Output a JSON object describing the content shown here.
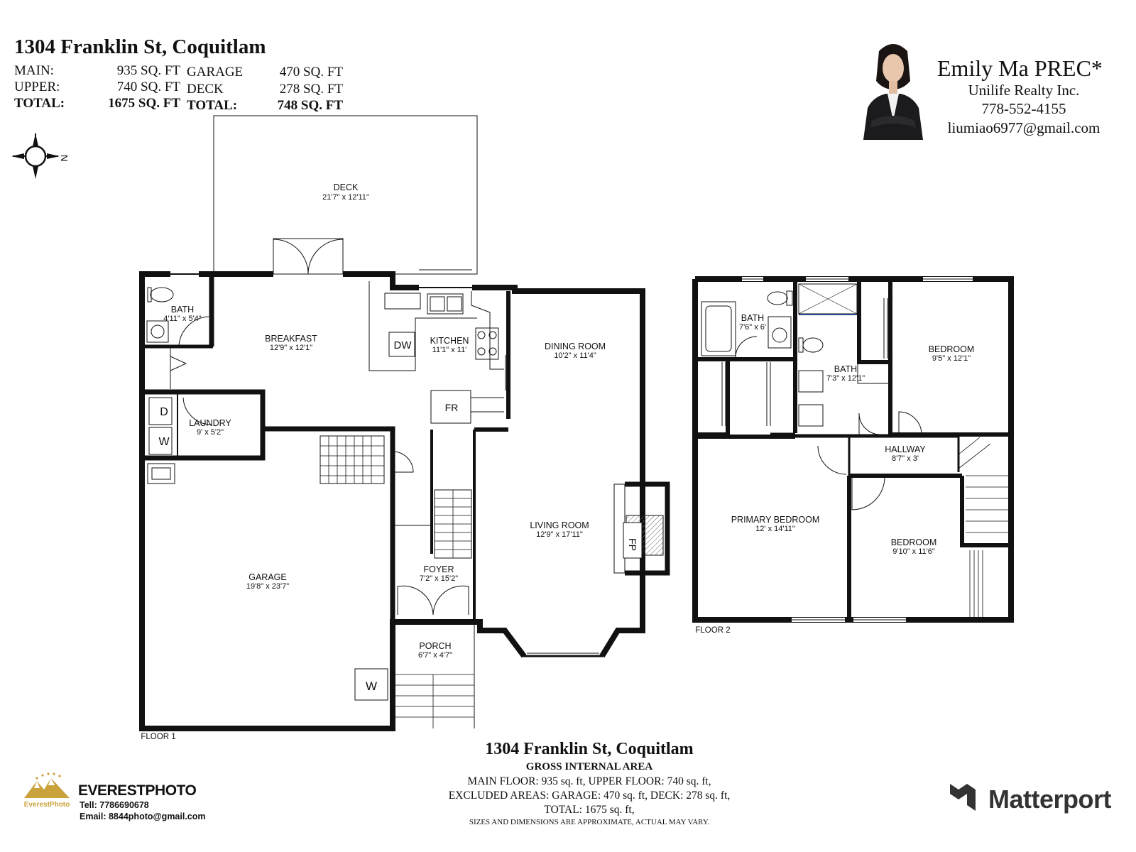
{
  "header": {
    "title": "1304 Franklin St, Coquitlam",
    "areas_left": [
      {
        "label": "MAIN:",
        "value": "935 SQ. FT"
      },
      {
        "label": "UPPER:",
        "value": "740 SQ. FT"
      },
      {
        "label": "TOTAL:",
        "value": "1675 SQ. FT"
      }
    ],
    "areas_right": [
      {
        "label": "GARAGE",
        "value": "470 SQ. FT"
      },
      {
        "label": "DECK",
        "value": "278 SQ. FT"
      },
      {
        "label": "TOTAL:",
        "value": "748 SQ. FT"
      }
    ]
  },
  "agent": {
    "name": "Emily Ma PREC*",
    "company": "Unilife Realty Inc.",
    "phone": "778-552-4155",
    "email": "liumiao6977@gmail.com"
  },
  "compass": {
    "label": "N"
  },
  "floor1": {
    "label": "FLOOR 1",
    "rooms": [
      {
        "name": "DECK",
        "dim": "21'7\" x 12'11\""
      },
      {
        "name": "BATH",
        "dim": "4'11\" x 5'4\""
      },
      {
        "name": "BREAKFAST",
        "dim": "12'9\" x 12'1\""
      },
      {
        "name": "KITCHEN",
        "dim": "11'1\" x 11'"
      },
      {
        "name": "DINING ROOM",
        "dim": "10'2\" x 11'4\""
      },
      {
        "name": "LAUNDRY",
        "dim": "9' x 5'2\""
      },
      {
        "name": "LIVING ROOM",
        "dim": "12'9\" x 17'11\""
      },
      {
        "name": "GARAGE",
        "dim": "19'8\" x 23'7\""
      },
      {
        "name": "FOYER",
        "dim": "7'2\" x 15'2\""
      },
      {
        "name": "PORCH",
        "dim": "6'7\" x 4'7\""
      }
    ],
    "fixtures": {
      "dw": "DW",
      "fr": "FR",
      "fp": "FP",
      "dryer": "D",
      "washer": "W",
      "garage_washer": "W"
    }
  },
  "floor2": {
    "label": "FLOOR 2",
    "rooms": [
      {
        "name": "BATH",
        "dim": "7'6\" x 6'"
      },
      {
        "name": "BEDROOM",
        "dim": "9'5\" x 12'1\""
      },
      {
        "name": "BATH",
        "dim": "7'3\" x 12'1\""
      },
      {
        "name": "HALLWAY",
        "dim": "8'7\" x 3'"
      },
      {
        "name": "PRIMARY BEDROOM",
        "dim": "12' x 14'11\""
      },
      {
        "name": "BEDROOM",
        "dim": "9'10\" x 11'6\""
      }
    ]
  },
  "footer": {
    "title": "1304 Franklin St, Coquitlam",
    "subtitle": "GROSS INTERNAL AREA",
    "line1": "MAIN FLOOR: 935 sq. ft, UPPER FLOOR: 740 sq. ft,",
    "line2": "EXCLUDED AREAS: GARAGE: 470 sq. ft, DECK: 278 sq. ft,",
    "line3": "TOTAL: 1675 sq. ft,",
    "note": "SIZES AND DIMENSIONS ARE APPROXIMATE, ACTUAL MAY VARY."
  },
  "photographer": {
    "brand": "EVERESTPHOTO",
    "logo_text": "EverestPhoto",
    "tell": "Tell: 7786690678",
    "email": "Email: 8844photo@gmail.com"
  },
  "matterport": {
    "brand": "Matterport"
  },
  "colors": {
    "wall": "#111111",
    "text": "#111111",
    "logo_gold": "#c9a23c",
    "matterport": "#333333"
  }
}
